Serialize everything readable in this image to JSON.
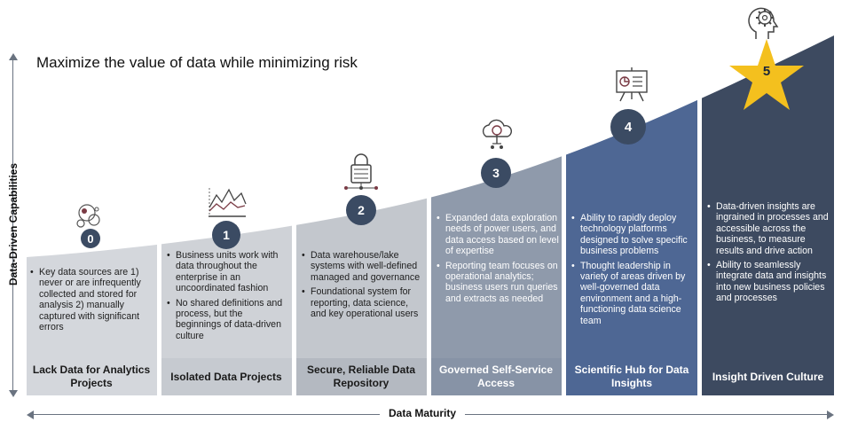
{
  "headline": "Maximize the value of data while minimizing risk",
  "y_axis_label": "Data-Driven Capabilities",
  "x_axis_label": "Data Maturity",
  "colors": {
    "col0": "#d4d7dc",
    "col1": "#c6cad0",
    "col2": "#b4b9c1",
    "col3": "#8793a6",
    "col4": "#4e6794",
    "col5": "#3d4a60",
    "star": "#f4c01e",
    "badge": "#3b4b63"
  },
  "stages": [
    {
      "number": "0",
      "icon": "bubbles-icon",
      "bullets": [
        "Key data sources are 1) never or are infrequently collected and stored for analysis 2) manually captured with significant errors"
      ],
      "label": "Lack Data for Analytics Projects"
    },
    {
      "number": "1",
      "icon": "line-chart-icon",
      "bullets": [
        "Business units work with data throughout the enterprise in an uncoordinated fashion",
        "No shared definitions and process, but the beginnings of data-driven culture"
      ],
      "label": "Isolated Data Projects"
    },
    {
      "number": "2",
      "icon": "secure-database-icon",
      "bullets": [
        "Data warehouse/lake systems with well-defined managed and governance",
        "Foundational system for reporting, data science, and key operational users"
      ],
      "label": "Secure, Reliable Data Repository"
    },
    {
      "number": "3",
      "icon": "cloud-search-icon",
      "bullets": [
        "Expanded data exploration needs of power users, and data access based on level of expertise",
        "Reporting team focuses on operational analytics; business users run queries and extracts as needed"
      ],
      "label": "Governed Self-Service Access"
    },
    {
      "number": "4",
      "icon": "presentation-board-icon",
      "bullets": [
        "Ability to rapidly deploy technology platforms designed to solve specific business problems",
        "Thought leadership in variety of areas driven by well-governed data environment and a high-functioning data science team"
      ],
      "label": "Scientific Hub for Data Insights"
    },
    {
      "number": "5",
      "icon": "head-gear-icon",
      "bullets": [
        "Data-driven insights are ingrained in processes and accessible across the business, to measure results and drive action",
        "Ability to seamlessly integrate data and insights into new business policies and processes"
      ],
      "label": "Insight Driven Culture"
    }
  ]
}
